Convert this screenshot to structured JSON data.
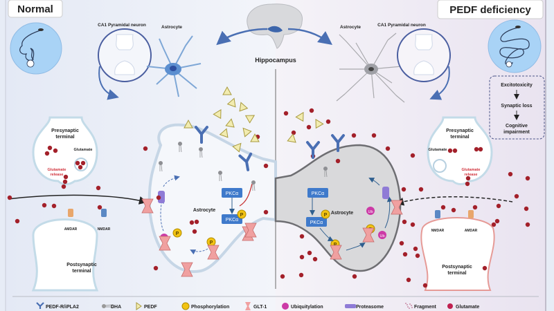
{
  "panels": {
    "left_title": "Normal",
    "right_title": "PEDF deficiency"
  },
  "top": {
    "brain_label": "Hippocampus",
    "left_neuron_label": "CA1 Pyramidal neuron",
    "left_astro_label": "Astrocyte",
    "right_astro_label": "Astrocyte",
    "right_neuron_label": "CA1 Pyramidal neuron"
  },
  "outcomes": [
    "Excitotoxicity",
    "Synaptic loss",
    "Cognitive",
    "impairment"
  ],
  "synapse": {
    "pre_line1": "Presynaptic",
    "pre_line2": "terminal",
    "post_line1": "Postsynaptic",
    "post_line2": "terminal",
    "glutamate": "Glutamate",
    "release_line1": "Glutamate",
    "release_line2": "release",
    "ampar": "AMDAR",
    "nmdar": "NMDAR"
  },
  "astrocyte": {
    "label": "Astrocyte",
    "pkc": "PKCα",
    "p": "P",
    "ub": "Ub"
  },
  "legend": [
    {
      "icon": "receptor-y-icon",
      "label": "PEDF-R/iPLA2"
    },
    {
      "icon": "lipid-icon",
      "label": "DHA"
    },
    {
      "icon": "triangle-icon",
      "label": "PEDF"
    },
    {
      "icon": "phospho-icon",
      "label": "Phosphorylation"
    },
    {
      "icon": "transporter-icon",
      "label": "GLT-1"
    },
    {
      "icon": "ubiquitin-icon",
      "label": "Ubiquitylation"
    },
    {
      "icon": "proteasome-icon",
      "label": "Proteasome"
    },
    {
      "icon": "fragment-icon",
      "label": "Fragment"
    },
    {
      "icon": "glutamate-icon",
      "label": "Glutamate"
    }
  ],
  "colors": {
    "left_bg": "#e6ebf6",
    "right_bg": "#ece6f1",
    "glutamate": "#a3202a",
    "receptor": "#4a6fb3",
    "pedf": "#f2ecb0",
    "phospho": "#f2c313",
    "ubiquitin": "#cc3aa6",
    "glt1": "#f0a0a0",
    "pkc": "#3f7acb",
    "red_text": "#d0303a"
  }
}
